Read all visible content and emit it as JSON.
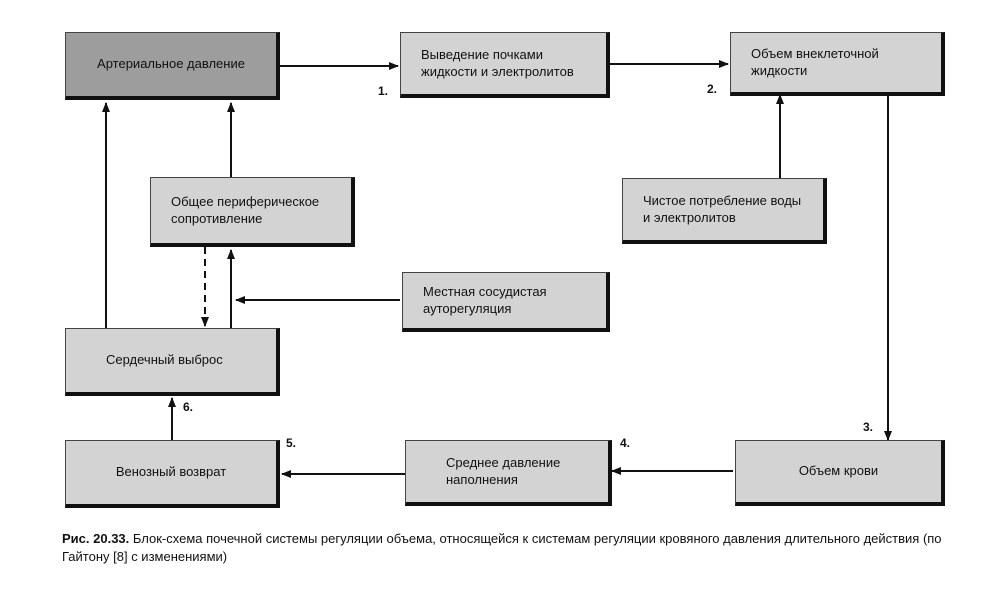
{
  "boxes": {
    "arterial": "Артериальное давление",
    "excretion": "Выведение почками жидкости и электролитов",
    "ecf": "Объем внеклеточной жидкости",
    "intake": "Чистое потребление воды и электролитов",
    "resistance": "Общее периферическое сопротивление",
    "autoreg": "Местная сосудистая ауторегуляция",
    "cardiac": "Сердечный выброс",
    "venous": "Венозный возврат",
    "filling": "Среднее давление наполнения",
    "blood": "Объем крови"
  },
  "steps": [
    "1.",
    "2.",
    "3.",
    "4.",
    "5.",
    "6."
  ],
  "caption": {
    "label": "Рис. 20.33.",
    "text": " Блок-схема почечной системы регуляции объема, относящейся к системам регуляции кровяного давления длительного действия (по Гайтону [8] с изменениями)"
  },
  "colors": {
    "box": "#d3d3d3",
    "box_dark": "#9d9d9d",
    "line": "#111111"
  }
}
